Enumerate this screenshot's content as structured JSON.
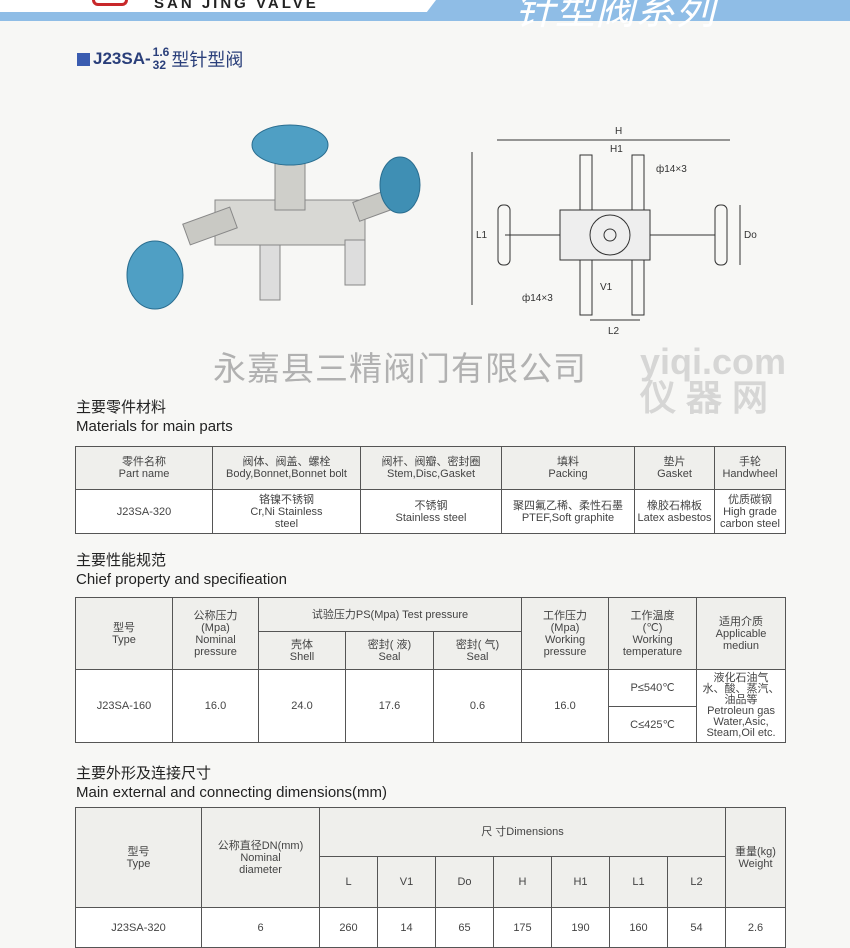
{
  "header": {
    "brand": "SAN JING VALVE",
    "series": "针型阀系列",
    "band_color": "#8fbde6"
  },
  "product": {
    "model_prefix": "J23SA-",
    "pressure_top": "1.6",
    "pressure_bottom": "32",
    "name_cn": "型针型阀"
  },
  "diagram": {
    "labels": {
      "H": "H",
      "H1": "H1",
      "phi_top": "ф14×3",
      "phi_bottom": "ф14×3",
      "V1": "V1",
      "L1": "L1",
      "L2": "L2",
      "Do": "Do"
    }
  },
  "materials": {
    "title_cn": "主要零件材料",
    "title_en": "Materials for main parts",
    "headers": [
      [
        "零件名称",
        "Part name"
      ],
      [
        "阀体、阀盖、螺栓",
        "Body,Bonnet,Bonnet bolt"
      ],
      [
        "阀杆、阀瓣、密封圈",
        "Stem,Disc,Gasket"
      ],
      [
        "填料",
        "Packing"
      ],
      [
        "垫片",
        "Gasket"
      ],
      [
        "手轮",
        "Handwheel"
      ]
    ],
    "row": [
      [
        "J23SA-320"
      ],
      [
        "铬镍不锈钢",
        "Cr,Ni Stainless",
        "steel"
      ],
      [
        "不锈钢",
        "Stainless steel"
      ],
      [
        "聚四氟乙稀、柔性石墨",
        "PTEF,Soft graphite"
      ],
      [
        "橡胶石棉板",
        "Latex asbestos"
      ],
      [
        "优质碳钢",
        "High grade",
        "carbon steel"
      ]
    ]
  },
  "property": {
    "title_cn": "主要性能规范",
    "title_en": "Chief property and specifieation",
    "h_type": [
      "型号",
      "Type"
    ],
    "h_nominal": [
      "公称压力",
      "(Mpa)",
      "Nominal",
      "pressure"
    ],
    "h_test": "试验压力PS(Mpa)  Test pressure",
    "h_shell": [
      "壳体",
      "Shell"
    ],
    "h_seal_liquid": [
      "密封( 液)",
      "Seal"
    ],
    "h_seal_gas": [
      "密封( 气)",
      "Seal"
    ],
    "h_working": [
      "工作压力",
      "(Mpa)",
      "Working",
      "pressure"
    ],
    "h_temp": [
      "工作温度",
      "(℃)",
      "Working",
      "temperature"
    ],
    "h_medium": [
      "适用介质",
      "Applicable",
      "mediun"
    ],
    "row": {
      "type": "J23SA-160",
      "nominal": "16.0",
      "shell": "24.0",
      "seal_liquid": "17.6",
      "seal_gas": "0.6",
      "working": "16.0",
      "temp_p": "P≤540℃",
      "temp_c": "C≤425℃",
      "medium": [
        "液化石油气",
        "水、酸、蒸汽、",
        "油品等",
        "Petroleun gas",
        "Water,Asic,",
        "Steam,Oil etc."
      ]
    }
  },
  "dimensions": {
    "title_cn": "主要外形及连接尺寸",
    "title_en": "Main external  and connecting dimensions(mm)",
    "h_type": [
      "型号",
      "Type"
    ],
    "h_dn": [
      "公称直径DN(mm)",
      "Nominal",
      "diameter"
    ],
    "h_dims": "尺        寸Dimensions",
    "h_weight": [
      "重量(kg)",
      "Weight"
    ],
    "cols": [
      "L",
      "V1",
      "Do",
      "H",
      "H1",
      "L1",
      "L2"
    ],
    "row": {
      "type": "J23SA-320",
      "dn": "6",
      "values": [
        "260",
        "14",
        "65",
        "175",
        "190",
        "160",
        "54"
      ],
      "weight": "2.6"
    }
  },
  "watermarks": {
    "company": "永嘉县三精阀门有限公司",
    "site": "yiqi.com",
    "site_cn": "仪 器 网"
  }
}
